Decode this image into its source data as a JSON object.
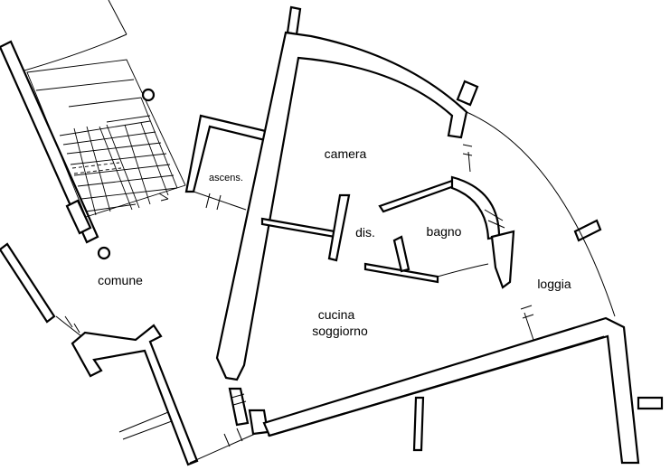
{
  "rooms": {
    "camera": "camera",
    "ascensore": "ascens.",
    "disimpegno": "dis.",
    "bagno": "bagno",
    "comune": "comune",
    "loggia": "loggia",
    "cucina_line1": "cucina",
    "cucina_line2": "soggiorno"
  },
  "colors": {
    "ink": "#000000",
    "paper": "#ffffff"
  }
}
